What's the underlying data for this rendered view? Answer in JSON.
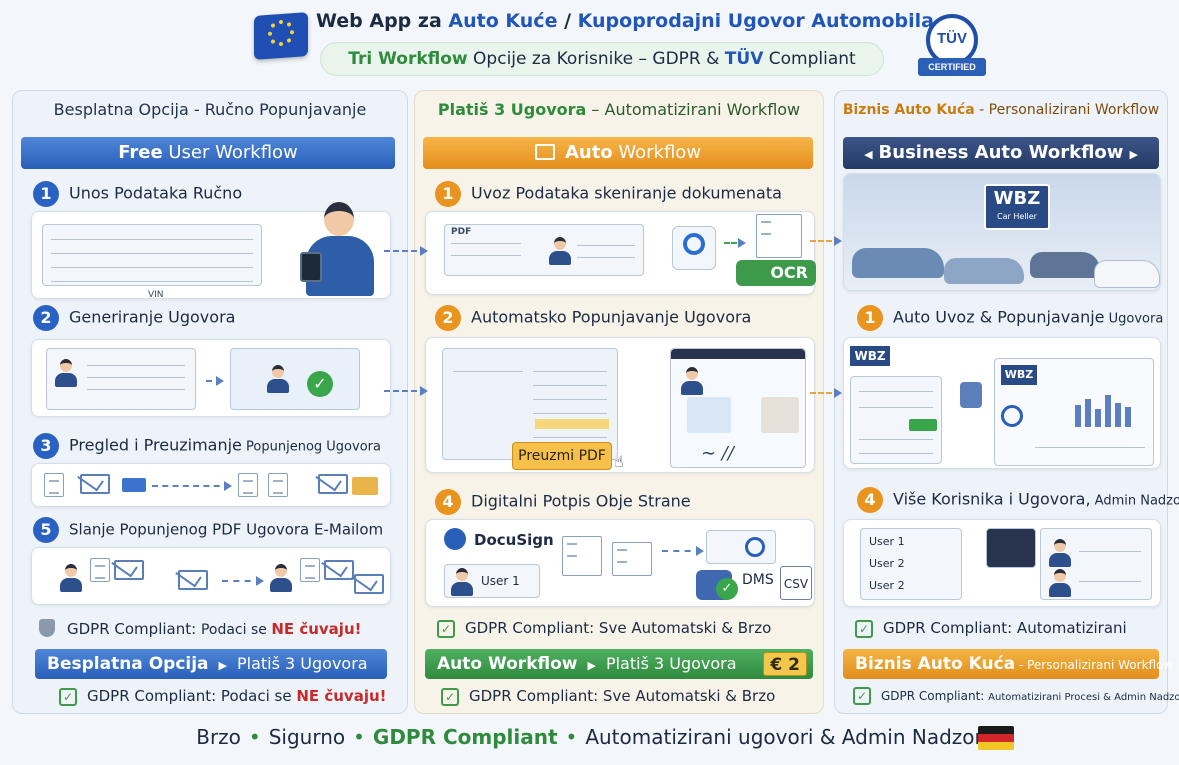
{
  "header": {
    "title_prefix": "Web App za ",
    "title_highlight1": "Auto Kuće",
    "title_sep": " / ",
    "title_highlight2": "Kupoprodajni Ugovor Automobila",
    "subtitle_part1": "Tri Workflow",
    "subtitle_part2": " Opcije za Korisnike – GDPR & ",
    "subtitle_part3": "TÜV",
    "subtitle_part4": " Compliant",
    "tuv_badge": "TÜV",
    "tuv_certified": "CERTIFIED"
  },
  "col1": {
    "heading": "Besplatna Opcija - Ručno Popunjavanje",
    "banner_a": "Free",
    "banner_b": " User Workflow",
    "step1": "Unos Podataka Ručno",
    "step2": "Generiranje Ugovora",
    "step3_a": "Pregled i Preuzimanje",
    "step3_b": " Popunjenog Ugovora",
    "step5": "Slanje Popunjenog PDF Ugovora E-Mailom",
    "vin": "VIN",
    "gdpr_a": "GDPR Compliant: ",
    "gdpr_b": "Podaci se ",
    "gdpr_c": "NE čuvaju!",
    "bar_main": "Besplatna Opcija",
    "bar_sub": "Platiš 3 Ugovora",
    "gdpr2_a": "GDPR Compliant: Podaci se ",
    "gdpr2_b": "NE čuvaju!"
  },
  "col2": {
    "heading_a": "Platiš 3 Ugovora",
    "heading_b": " – Automatizirani Workflow",
    "banner_a": "Auto",
    "banner_b": " Workflow",
    "step1": "Uvoz Podataka skeniranje dokumenata",
    "step2": "Automatsko Popunjavanje Ugovora",
    "step4": "Digitalni Potpis Obje Strane",
    "pdf_label": "PDF",
    "ocr_label": "OCR",
    "download_btn": "Preuzmi PDF",
    "docusign": "DocuSign",
    "user1": "User 1",
    "dms": "DMS",
    "csv": "CSV",
    "gdpr": "GDPR Compliant: Sve Automatski & Brzo",
    "bar_main": "Auto Workflow",
    "bar_sub": "Platiš 3 Ugovora",
    "price": "€ 2",
    "gdpr2": "GDPR Compliant: Sve Automatski & Brzo"
  },
  "col3": {
    "heading_a": "Biznis Auto Kuća",
    "heading_b": " - Personalizirani Workflow",
    "banner": "Business Auto Workflow",
    "wbz_logo": "WBZ",
    "wbz_sub": "Car Heller",
    "step1_a": "Auto Uvoz & Popunjavanje",
    "step1_b": " Ugovora",
    "step4_a": "Više Korisnika i Ugovora,",
    "step4_b": " Admin Nadzor",
    "users": [
      "User 1",
      "User 2",
      "User 2"
    ],
    "gdpr": "GDPR Compliant: Automatizirani",
    "bar_main": "Biznis Auto Kuća",
    "bar_sub": " - Personalizirani Workflow",
    "gdpr2_a": "GDPR Compliant: ",
    "gdpr2_b": "Automatizirani Procesi & Admin Nadzor"
  },
  "footer": {
    "p1": "Brzo",
    "p2": "Sigurno",
    "p3": "GDPR Compliant",
    "p4": "Automatizirani ugovori & Admin Nadzor",
    "dot": "•"
  },
  "colors": {
    "blue": "#2a5fb8",
    "orange": "#e48e1c",
    "green": "#2f8a3e",
    "navy": "#253b66",
    "red": "#c82a2a"
  },
  "icons": [
    "eu-flag-icon",
    "tuv-badge-icon",
    "shield-icon",
    "check-icon",
    "envelope-icon",
    "document-icon",
    "german-flag-icon",
    "cursor-icon"
  ]
}
